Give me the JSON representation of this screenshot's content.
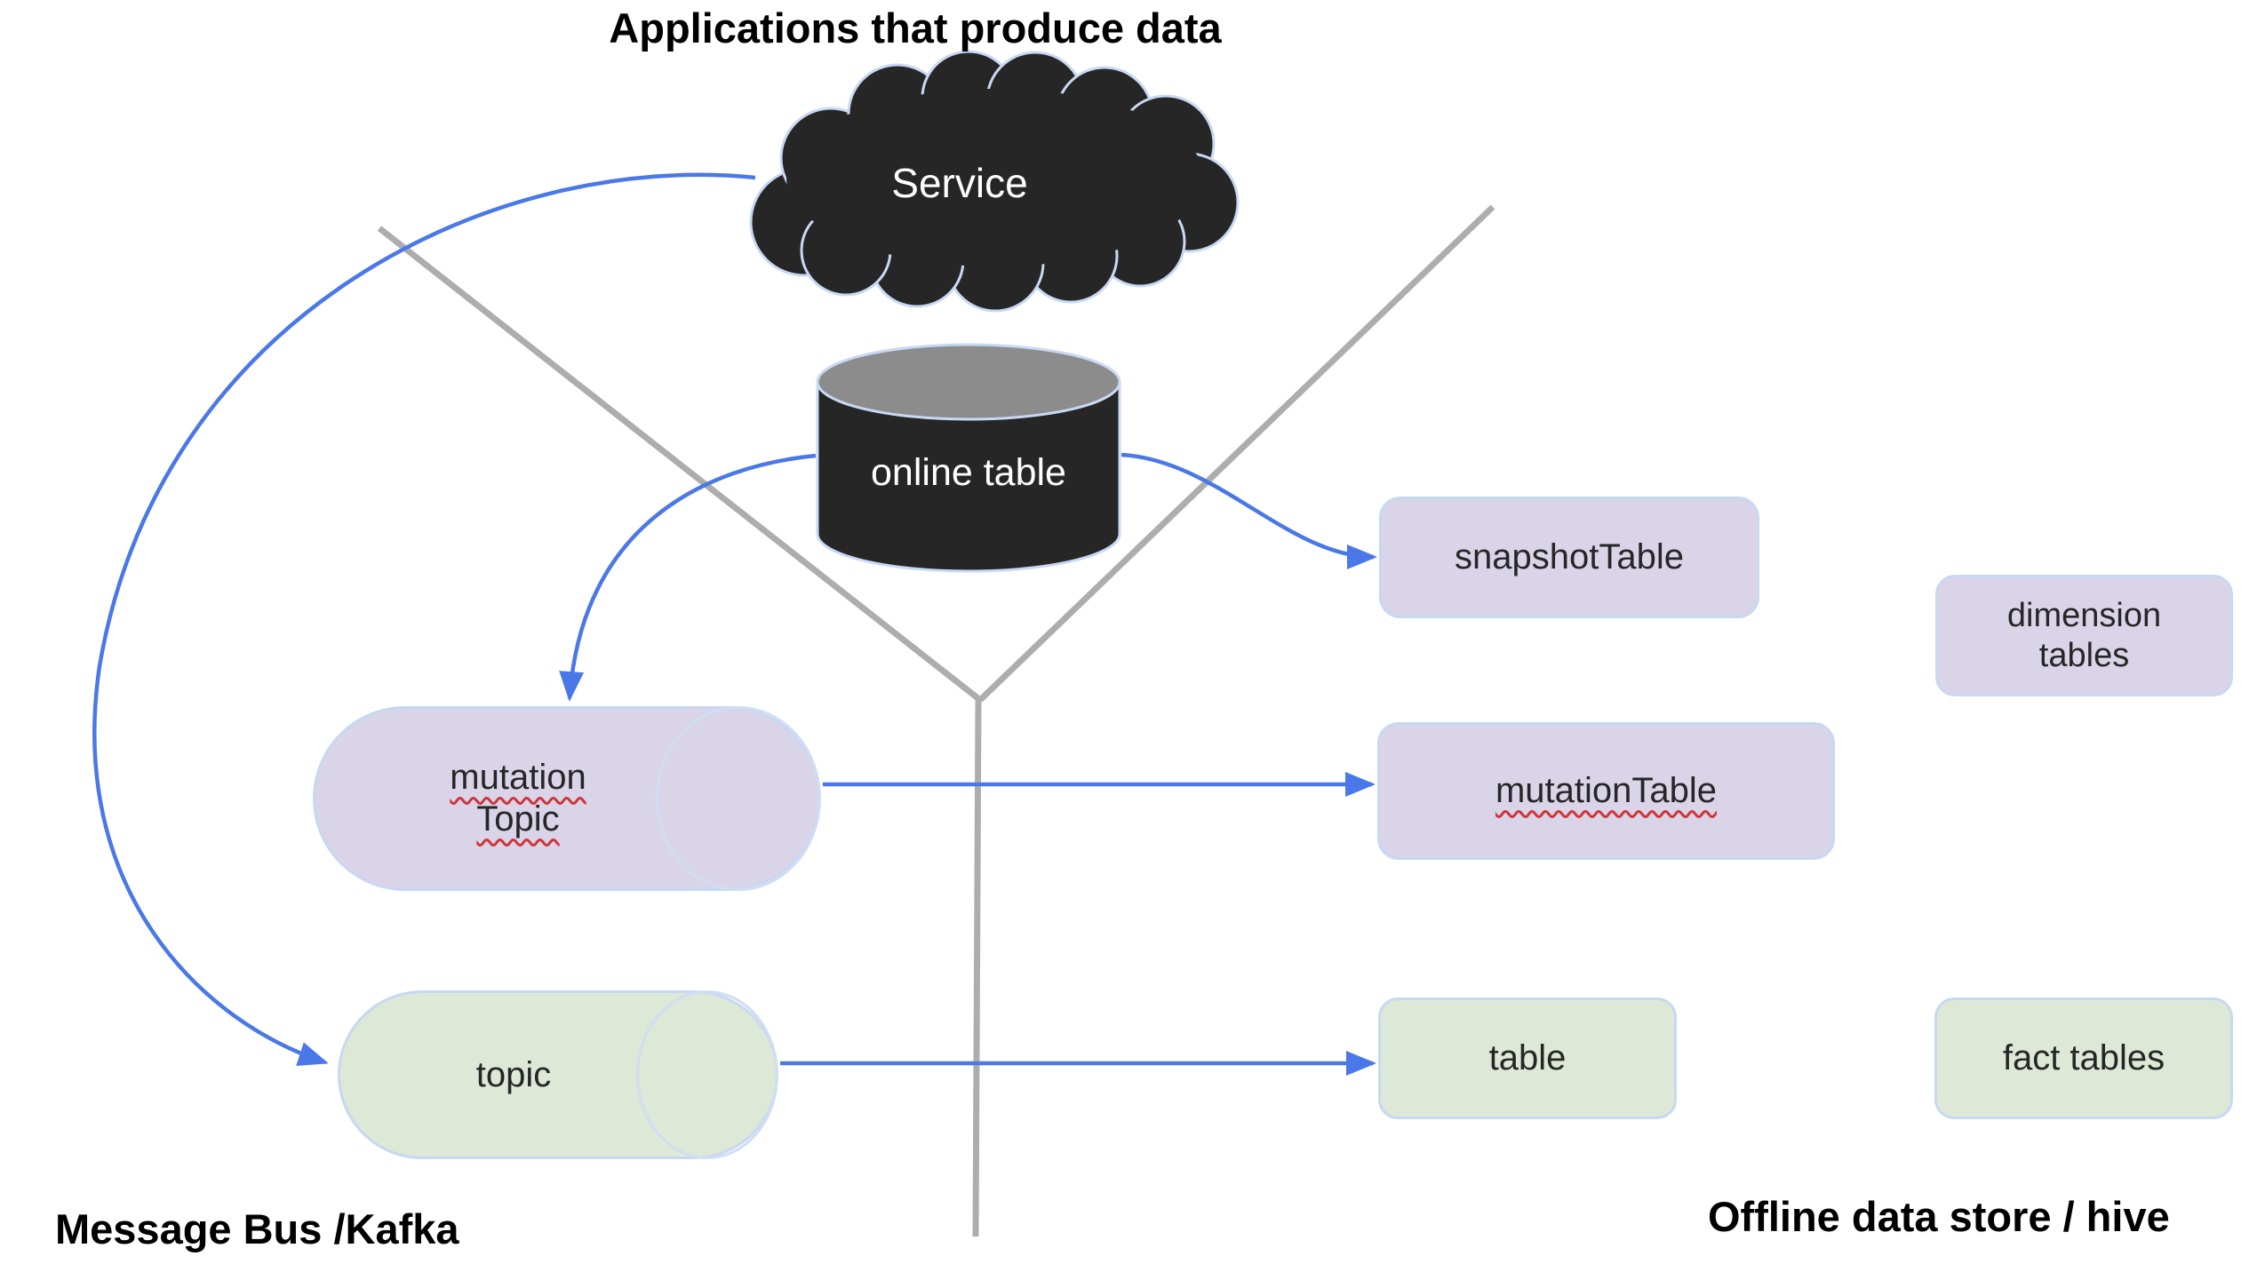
{
  "title": "Applications that produce data",
  "footer": {
    "left": "Message Bus /Kafka",
    "right": "Offline data store / hive"
  },
  "nodes": {
    "service": "Service",
    "online_table": "online table",
    "snapshot_table": "snapshotTable",
    "mutation_topic_line1": "mutation",
    "mutation_topic_line2": "Topic",
    "mutation_table": "mutationTable",
    "topic": "topic",
    "table": "table",
    "dimension_tables_line1": "dimension",
    "dimension_tables_line2": "tables",
    "fact_tables": "fact tables"
  },
  "colors": {
    "lavender_fill": "#dad4e8",
    "green_fill": "#dde8d6",
    "shape_border": "#c7d8f2",
    "dark_fill": "#262626",
    "cylinder_top": "#8c8c8c",
    "connector_blue": "#4a78e8",
    "divider_gray": "#adadad",
    "spellcheck_red": "#d13438"
  }
}
